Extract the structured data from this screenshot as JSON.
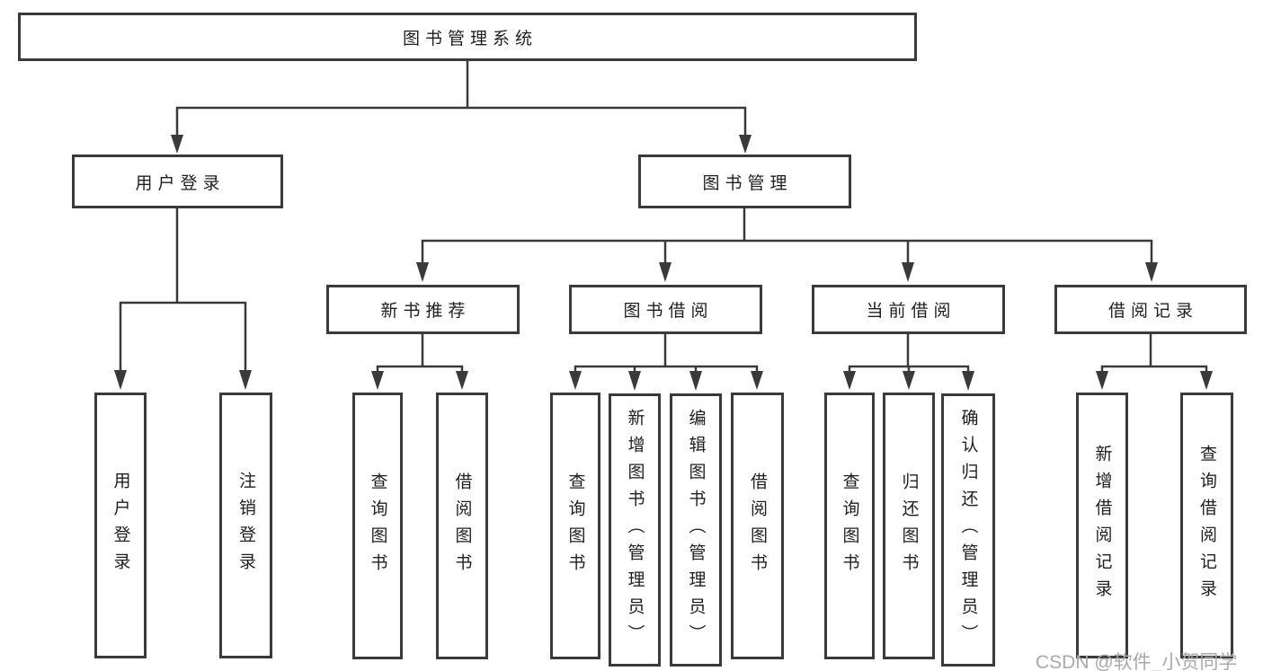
{
  "diagram": {
    "tree": {
      "label": "图书管理系统",
      "children": [
        {
          "label": "用户登录",
          "children": [
            {
              "label": "用户登录"
            },
            {
              "label": "注销登录"
            }
          ]
        },
        {
          "label": "图书管理",
          "children": [
            {
              "label": "新书推荐",
              "children": [
                {
                  "label": "查询图书"
                },
                {
                  "label": "借阅图书"
                }
              ]
            },
            {
              "label": "图书借阅",
              "children": [
                {
                  "label": "查询图书"
                },
                {
                  "label": "新增图书（管理员）"
                },
                {
                  "label": "编辑图书（管理员）"
                },
                {
                  "label": "借阅图书"
                }
              ]
            },
            {
              "label": "当前借阅",
              "children": [
                {
                  "label": "查询图书"
                },
                {
                  "label": "归还图书"
                },
                {
                  "label": "确认归还（管理员）"
                }
              ]
            },
            {
              "label": "借阅记录",
              "children": [
                {
                  "label": "新增借阅记录"
                },
                {
                  "label": "查询借阅记录"
                }
              ]
            }
          ]
        }
      ]
    }
  },
  "watermark": "CSDN @软件_小贺同学",
  "colors": {
    "line": "#3a3a3a",
    "text": "#1f1f1f",
    "background": "#ffffff",
    "watermark": "#a9a9a9"
  }
}
